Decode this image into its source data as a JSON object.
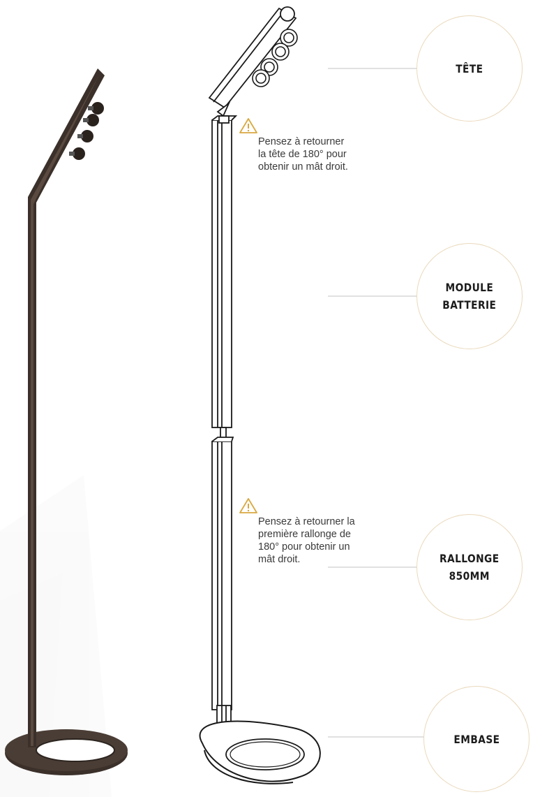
{
  "parts": [
    {
      "id": "tete",
      "label": "TÊTE"
    },
    {
      "id": "module-batterie",
      "label": "MODULE\nBATTERIE"
    },
    {
      "id": "rallonge",
      "label": "RALLONGE\n850MM"
    },
    {
      "id": "embase",
      "label": "EMBASE"
    }
  ],
  "notes": [
    {
      "text": "Pensez à retourner\nla tête de 180° pour\nobtenir un mât droit."
    },
    {
      "text": "Pensez à retourner la\npremière rallonge de\n180° pour obtenir un\nmât droit."
    }
  ],
  "colors": {
    "circle_border": "#ead9bc",
    "leader_line": "#cfcfcf",
    "warning": "#d9a840",
    "lamp_body": "#3b302a"
  },
  "icons": {
    "warning": "warning-triangle-icon"
  }
}
